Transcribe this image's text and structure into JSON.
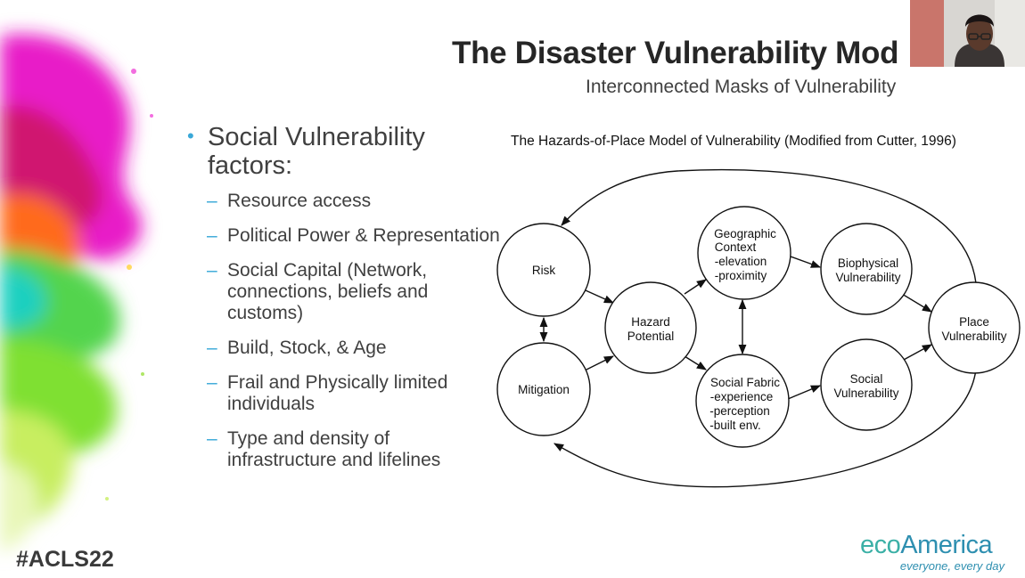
{
  "slide": {
    "title": "The Disaster Vulnerability Mod",
    "subtitle": "Interconnected Masks of Vulnerability",
    "hashtag": "#ACLS22"
  },
  "bullets": {
    "main": "Social Vulnerability factors:",
    "items": [
      "Resource access",
      "Political Power & Representation",
      "Social Capital (Network, connections, beliefs and customs)",
      "Build, Stock, & Age",
      "Frail and Physically limited individuals",
      "Type and density of infrastructure and lifelines"
    ]
  },
  "diagram": {
    "caption": "The Hazards-of-Place Model of Vulnerability (Modified from Cutter, 1996)",
    "nodes": {
      "risk": [
        "Risk"
      ],
      "mitigation": [
        "Mitigation"
      ],
      "hazard": [
        "Hazard",
        "Potential"
      ],
      "geo": [
        "Geographic",
        "Context",
        "-elevation",
        "-proximity"
      ],
      "social_fabric": [
        "Social Fabric",
        "-experience",
        "-perception",
        "-built env."
      ],
      "biophysical": [
        "Biophysical",
        "Vulnerability"
      ],
      "social_vuln": [
        "Social",
        "Vulnerability"
      ],
      "place": [
        "Place",
        "Vulnerability"
      ]
    }
  },
  "logo": {
    "eco": "eco",
    "america": "America",
    "tagline": "everyone, every day"
  },
  "colors": {
    "accent": "#3aa8d8",
    "logo_blue": "#2e8fb0",
    "logo_teal": "#3bb0a6"
  }
}
